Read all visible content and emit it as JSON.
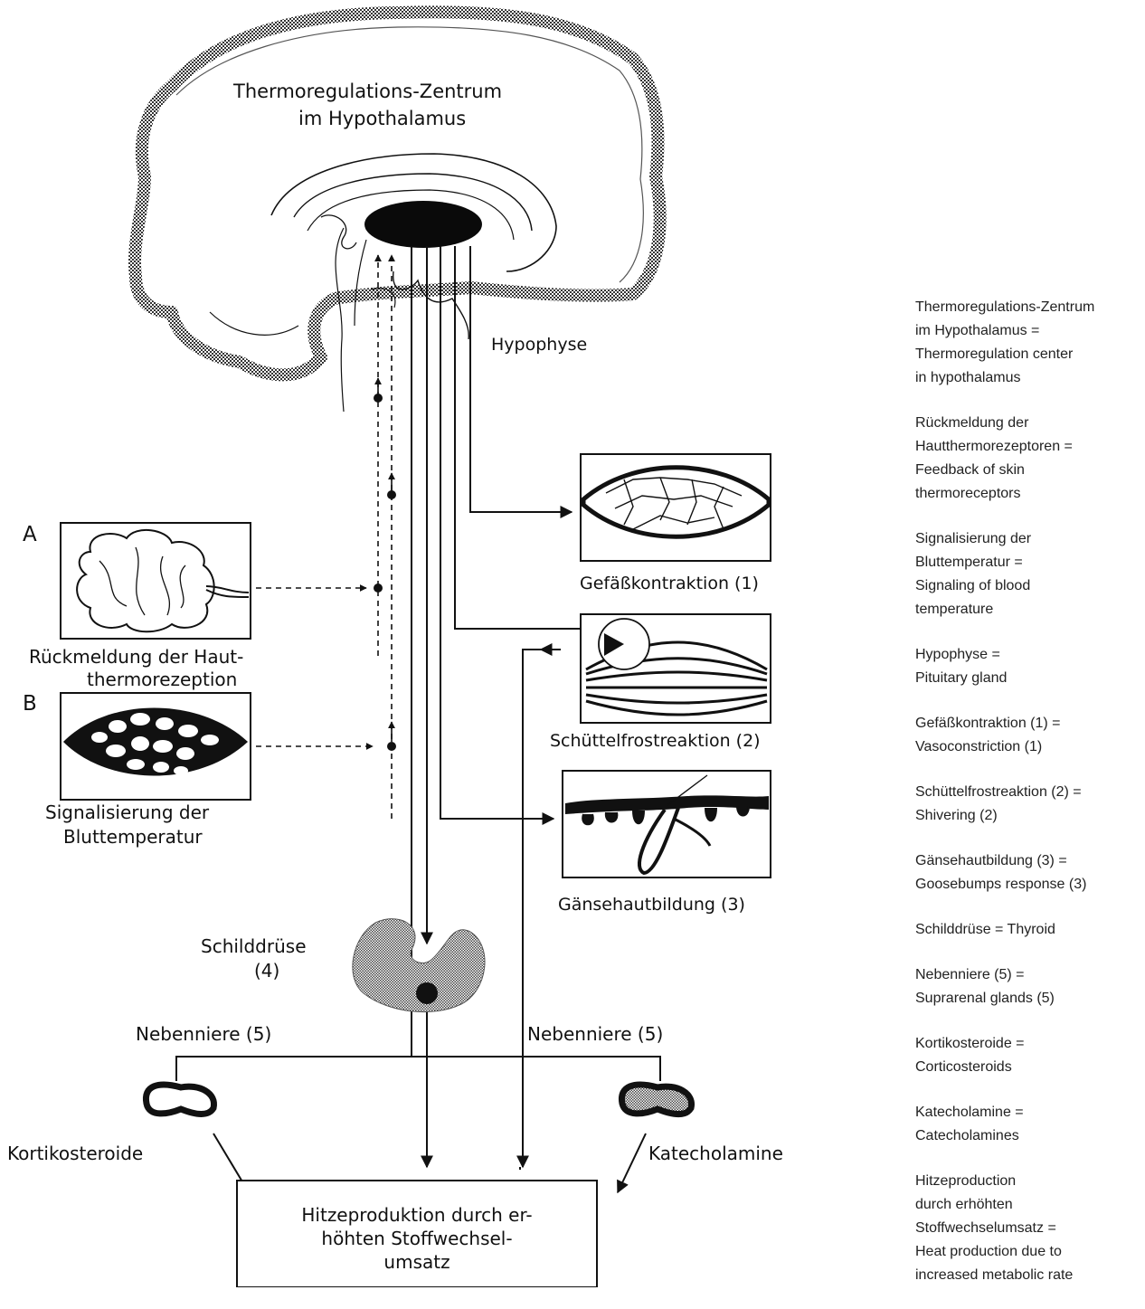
{
  "diagram": {
    "labels": {
      "center_line1": "Thermoregulations-Zentrum",
      "center_line2": "im Hypothalamus",
      "hypophyse": "Hypophyse",
      "label_a": "A",
      "label_b": "B",
      "skin_line1": "Rückmeldung der Haut-",
      "skin_line2": "thermorezeption",
      "blood_line1": "Signalisierung der",
      "blood_line2": "Bluttemperatur",
      "vaso": "Gefäßkontraktion (1)",
      "shiver": "Schüttelfrostreaktion (2)",
      "goose": "Gänsehautbildung (3)",
      "thyroid_line1": "Schilddrüse",
      "thyroid_line2": "(4)",
      "adrenal_left": "Nebenniere (5)",
      "adrenal_right": "Nebenniere (5)",
      "cortico": "Kortikosteroide",
      "catechol": "Katecholamine",
      "heat_line1": "Hitzeproduktion durch er-",
      "heat_line2": "höhten Stoffwechsel-",
      "heat_line3": "umsatz"
    }
  },
  "legend": [
    {
      "lines": [
        "Thermoregulations-Zentrum",
        "im Hypothalamus =",
        "Thermoregulation center",
        "in hypothalamus"
      ]
    },
    {
      "lines": [
        "Rückmeldung der",
        "Hautthermorezeptoren =",
        "Feedback of skin",
        "thermoreceptors"
      ]
    },
    {
      "lines": [
        "Signalisierung der",
        "Bluttemperatur =",
        "Signaling of blood",
        "temperature"
      ]
    },
    {
      "lines": [
        "Hypophyse =",
        "Pituitary gland"
      ]
    },
    {
      "lines": [
        "Gefäßkontraktion (1) =",
        "Vasoconstriction (1)"
      ]
    },
    {
      "lines": [
        "Schüttelfrostreaktion (2) =",
        "Shivering (2)"
      ]
    },
    {
      "lines": [
        "Gänsehautbildung (3) =",
        "Goosebumps response (3)"
      ]
    },
    {
      "lines": [
        "Schilddrüse = Thyroid"
      ]
    },
    {
      "lines": [
        "Nebenniere (5) =",
        "Suprarenal glands (5)"
      ]
    },
    {
      "lines": [
        "Kortikosteroide =",
        "Corticosteroids"
      ]
    },
    {
      "lines": [
        "Katecholamine =",
        "Catecholamines"
      ]
    },
    {
      "lines": [
        "Hitzeproduction",
        "durch erhöhten",
        "Stoffwechselumsatz =",
        "Heat production due to",
        "increased metabolic rate"
      ]
    }
  ]
}
